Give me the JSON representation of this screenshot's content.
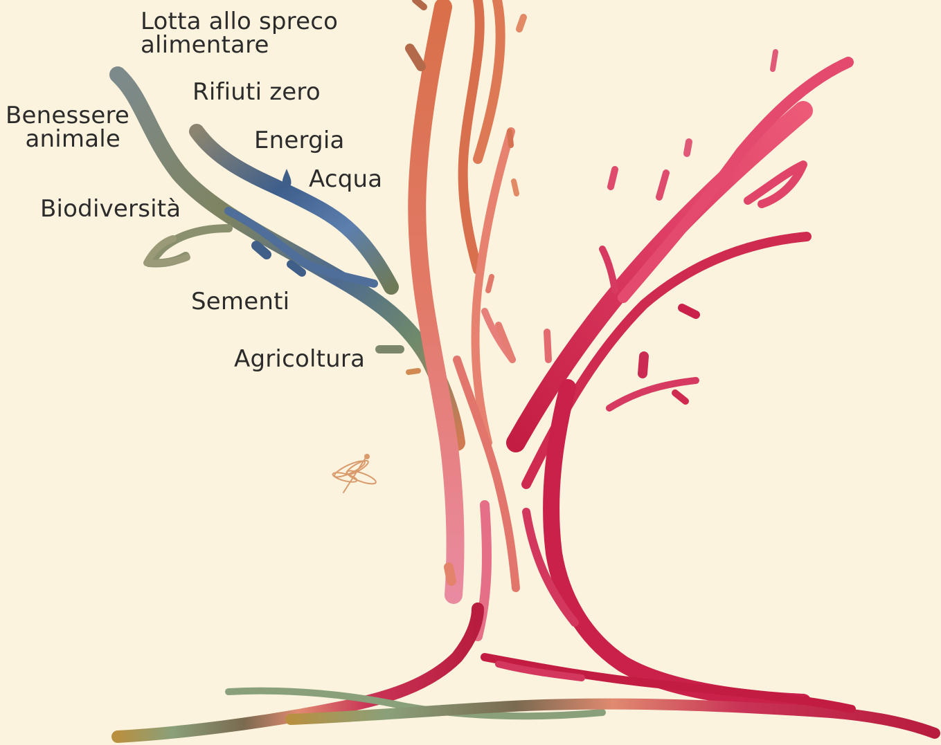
{
  "labels": {
    "lotta_allo_spreco": "Lotta allo spreco\nalimentare",
    "rifiuti_zero": "Rifiuti zero",
    "benessere_animale": "Benessere\nanimale",
    "energia": "Energia",
    "acqua": "Acqua",
    "biodiversita": "Biodiversità",
    "sementi": "Sementi",
    "agricoltura": "Agricoltura"
  },
  "colors": {
    "background": "#fcf3df",
    "label_text": "#2b2b2b",
    "green_gray": "#8a9276",
    "blue": "#3f5e88",
    "orange": "#d9704a",
    "salmon": "#e57d6a",
    "pink": "#dc3c62",
    "crimson": "#c41d43",
    "dragonfly": "#d99a6c"
  },
  "icons": [
    "tree-illustration",
    "dragonfly-icon",
    "water-drop-icon",
    "leaf-icon"
  ]
}
